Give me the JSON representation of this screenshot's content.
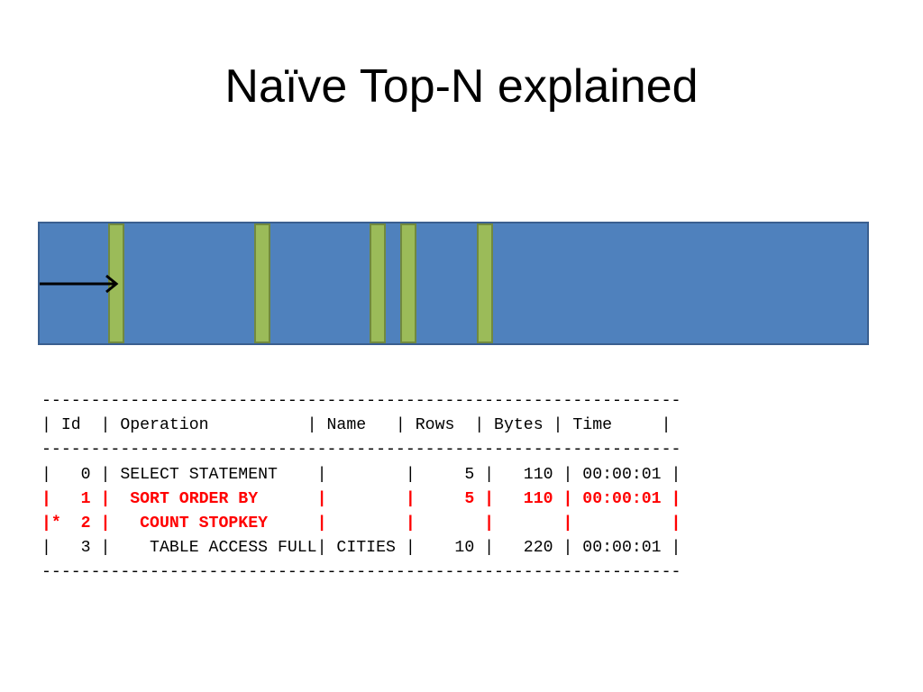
{
  "slide": {
    "title": "Naïve Top-N explained"
  },
  "diagram": {
    "colors": {
      "table_fill": "#4f81bd",
      "block_fill": "#9bbb59",
      "arrow": "#000000"
    }
  },
  "plan": {
    "highlight_color": "#ff0000",
    "lines": [
      "-----------------------------------------------------------------",
      "| Id  | Operation          | Name   | Rows  | Bytes | Time     |",
      "-----------------------------------------------------------------",
      "|   0 | SELECT STATEMENT    |        |     5 |   110 | 00:00:01 |",
      "|   1 |  SORT ORDER BY      |        |     5 |   110 | 00:00:01 |",
      "|*  2 |   COUNT STOPKEY     |        |       |       |          |",
      "|   3 |    TABLE ACCESS FULL| CITIES |    10 |   220 | 00:00:01 |",
      "-----------------------------------------------------------------"
    ]
  }
}
